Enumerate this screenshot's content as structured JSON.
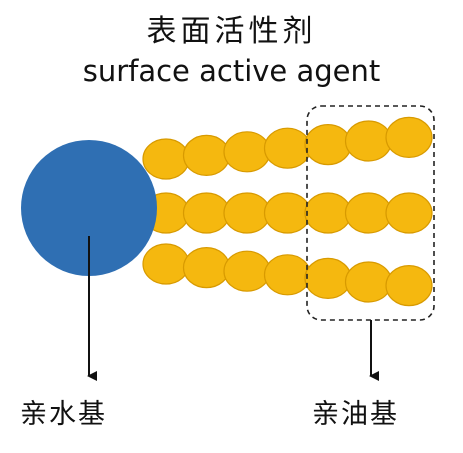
{
  "title_cn": "表面活性剂",
  "title_en": "surface active agent",
  "labels": {
    "hydrophilic": "亲水基",
    "lipophilic": "亲油基"
  },
  "colors": {
    "head": "#2f6fb3",
    "tail": "#f5b80f",
    "tail_stroke": "#d89a00",
    "line": "#111111"
  },
  "tail_chains": 3,
  "beads_per_chain": 7
}
